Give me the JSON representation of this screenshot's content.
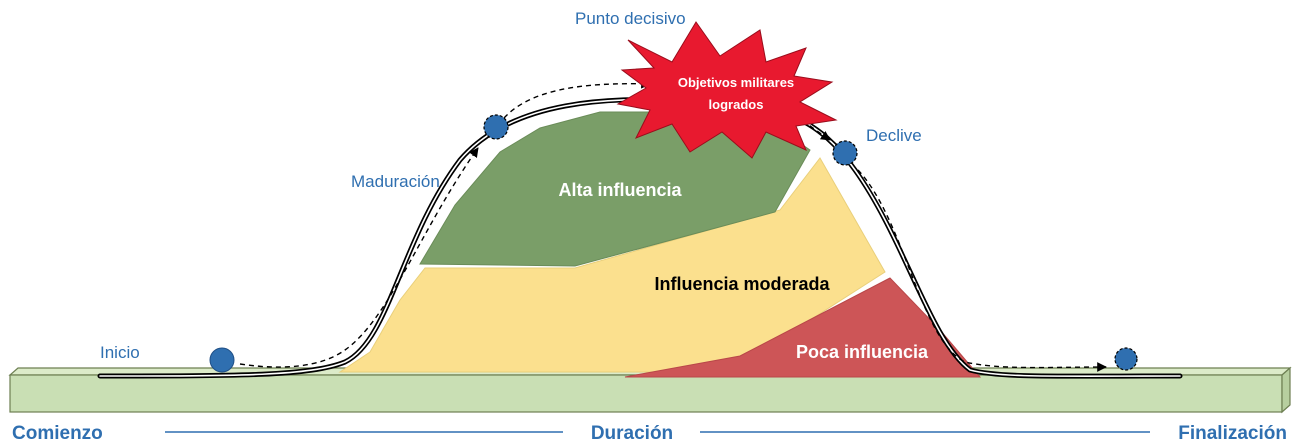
{
  "stages": {
    "inicio": "Inicio",
    "maduracion": "Maduración",
    "punto_decisivo": "Punto decisivo",
    "declive": "Declive"
  },
  "burst": {
    "line1": "Objetivos militares",
    "line2": "logrados"
  },
  "zones": {
    "alta": "Alta influencia",
    "moderada": "Influencia moderada",
    "poca": "Poca influencia"
  },
  "axis": {
    "start": "Comienzo",
    "middle": "Duración",
    "end": "Finalización"
  },
  "colors": {
    "accent_blue": "#2f6fb0",
    "alta_fill": "#7a9e68",
    "moderada_fill": "#fbe08e",
    "poca_fill": "#cd5557",
    "burst_fill": "#e8192f",
    "base_fill": "#c9dfb4",
    "ball_fill": "#2f6fb0"
  }
}
